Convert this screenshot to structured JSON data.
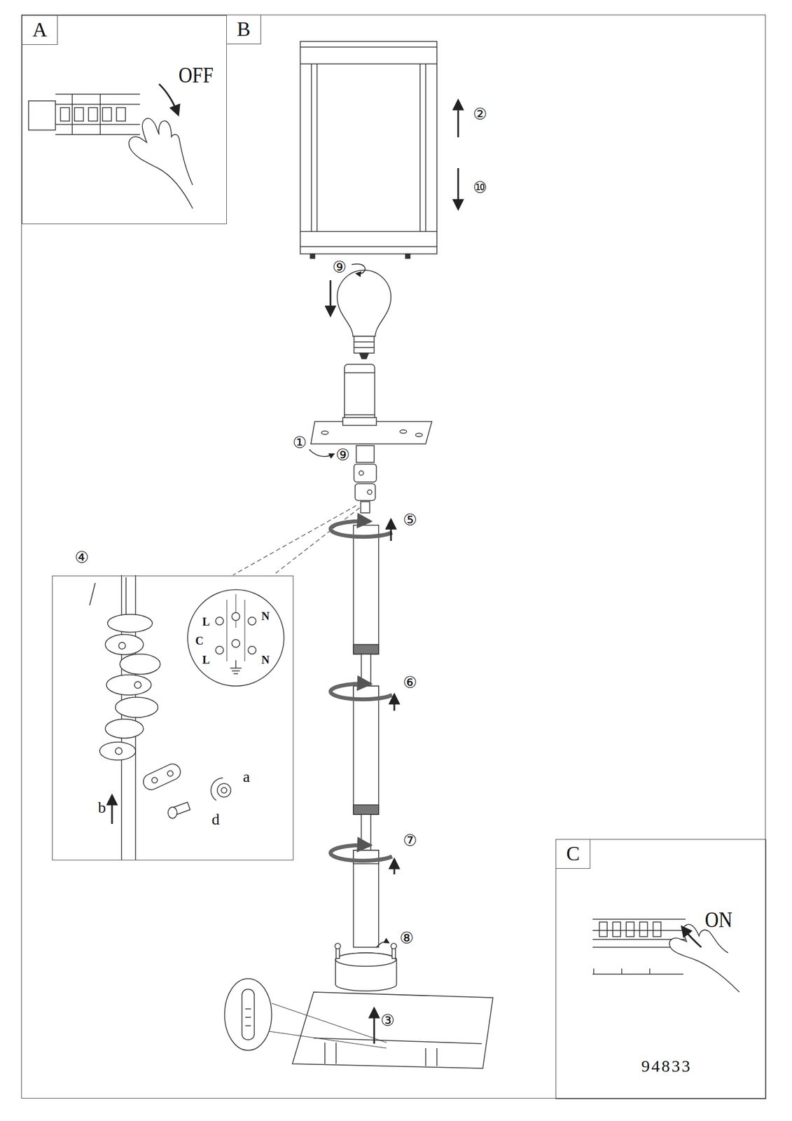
{
  "diagram": {
    "nodes": [
      {
        "text": [
          "B"
        ]
      },
      {
        "text": [
          "A",
          "OFF"
        ],
        "in": 0
      },
      {
        "text": [
          "④"
        ],
        "in": 0
      },
      {
        "text": [
          "C",
          "ON",
          "94833"
        ],
        "in": 0
      }
    ],
    "labels": [
      "②",
      "⑩",
      "⑨",
      "①",
      "⑨",
      "⑤",
      "⑥",
      "⑦",
      "⑧",
      "③",
      "L",
      "C",
      "L",
      "N",
      "N",
      "a",
      "b",
      "d"
    ]
  }
}
